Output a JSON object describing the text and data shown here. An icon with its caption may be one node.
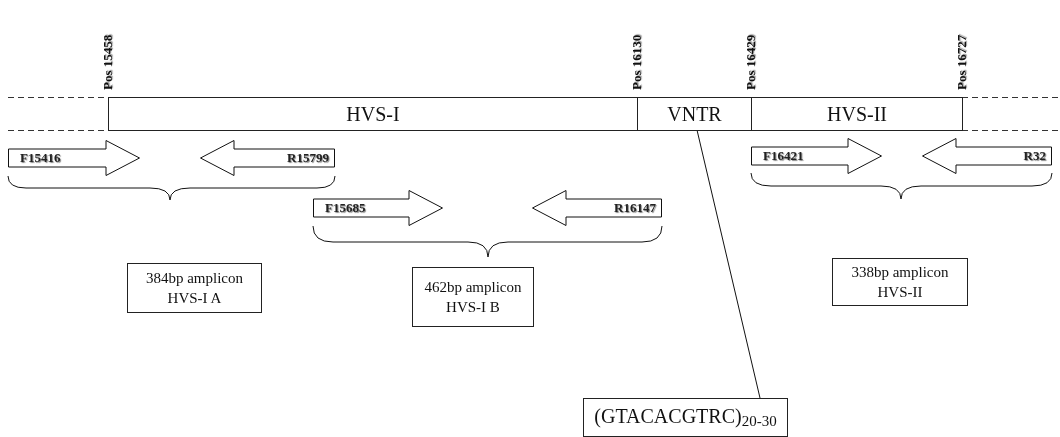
{
  "diagram": {
    "nodes": [
      {
        "text": [
          "HVS-I"
        ]
      },
      {
        "text": [
          "VNTR"
        ]
      },
      {
        "text": [
          "HVS-II"
        ]
      },
      {
        "text": [
          "F15416"
        ]
      },
      {
        "text": [
          "R15799"
        ]
      },
      {
        "text": [
          "F15685"
        ]
      },
      {
        "text": [
          "R16147"
        ]
      },
      {
        "text": [
          "F16421"
        ]
      },
      {
        "text": [
          "R32"
        ]
      },
      {
        "text": [
          "384bp amplicon HVS-I A"
        ]
      },
      {
        "text": [
          "462bp amplicon HVS-I B"
        ]
      },
      {
        "text": [
          "338bp amplicon HVS-II"
        ]
      },
      {
        "text": [
          "(GTACACGTRC)$_{20-30}$"
        ]
      }
    ],
    "edges": [
      {
        "from": 1,
        "to": 12,
        "arrow": "none"
      }
    ],
    "labels": [
      "Pos 15458",
      "Pos 16130",
      "Pos 16429",
      "Pos 16727"
    ]
  }
}
